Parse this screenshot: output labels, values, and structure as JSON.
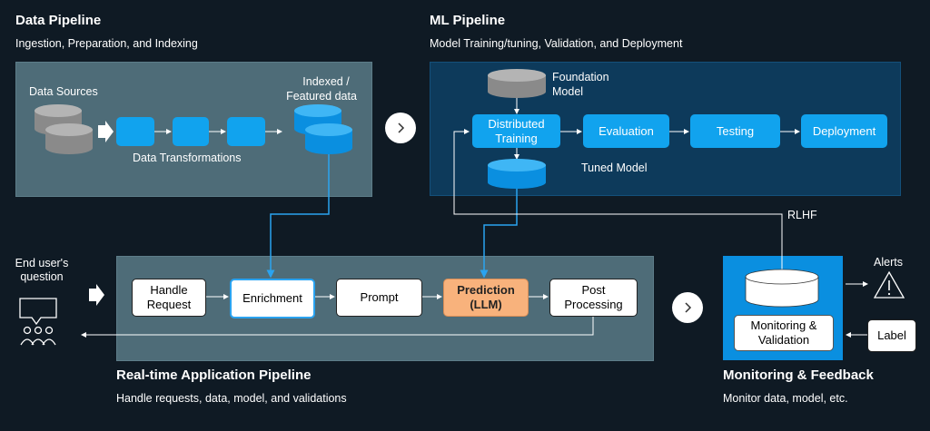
{
  "data_pipeline": {
    "title": "Data Pipeline",
    "subtitle": "Ingestion, Preparation, and Indexing",
    "sources_label": "Data Sources",
    "indexed_label_1": "Indexed /",
    "indexed_label_2": "Featured data",
    "transform_label": "Data Transformations"
  },
  "ml_pipeline": {
    "title": "ML Pipeline",
    "subtitle": "Model Training/tuning, Validation, and Deployment",
    "foundation_1": "Foundation",
    "foundation_2": "Model",
    "distributed_1": "Distributed",
    "distributed_2": "Training",
    "evaluation": "Evaluation",
    "testing": "Testing",
    "deployment": "Deployment",
    "tuned_model": "Tuned Model"
  },
  "rlhf_label": "RLHF",
  "end_user": {
    "line1": "End user's",
    "line2": "question"
  },
  "realtime": {
    "title": "Real-time Application Pipeline",
    "subtitle": "Handle requests, data, model, and validations",
    "handle_1": "Handle",
    "handle_2": "Request",
    "enrichment": "Enrichment",
    "prompt": "Prompt",
    "prediction_1": "Prediction",
    "prediction_2": "(LLM)",
    "post_1": "Post",
    "post_2": "Processing"
  },
  "monitoring": {
    "title": "Monitoring & Feedback",
    "subtitle": "Monitor data, model, etc.",
    "box_1": "Monitoring &",
    "box_2": "Validation",
    "alerts": "Alerts",
    "label": "Label"
  }
}
